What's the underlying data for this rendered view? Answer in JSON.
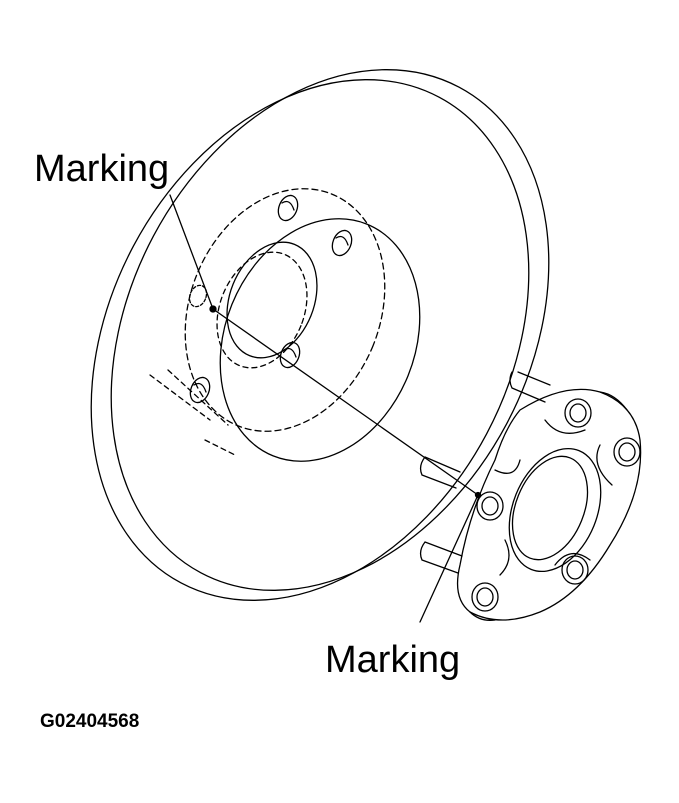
{
  "labels": {
    "rotor_marking": "Marking",
    "hub_marking": "Marking"
  },
  "figure_code": "G02404568",
  "colors": {
    "line": "#000000",
    "background": "#ffffff"
  }
}
